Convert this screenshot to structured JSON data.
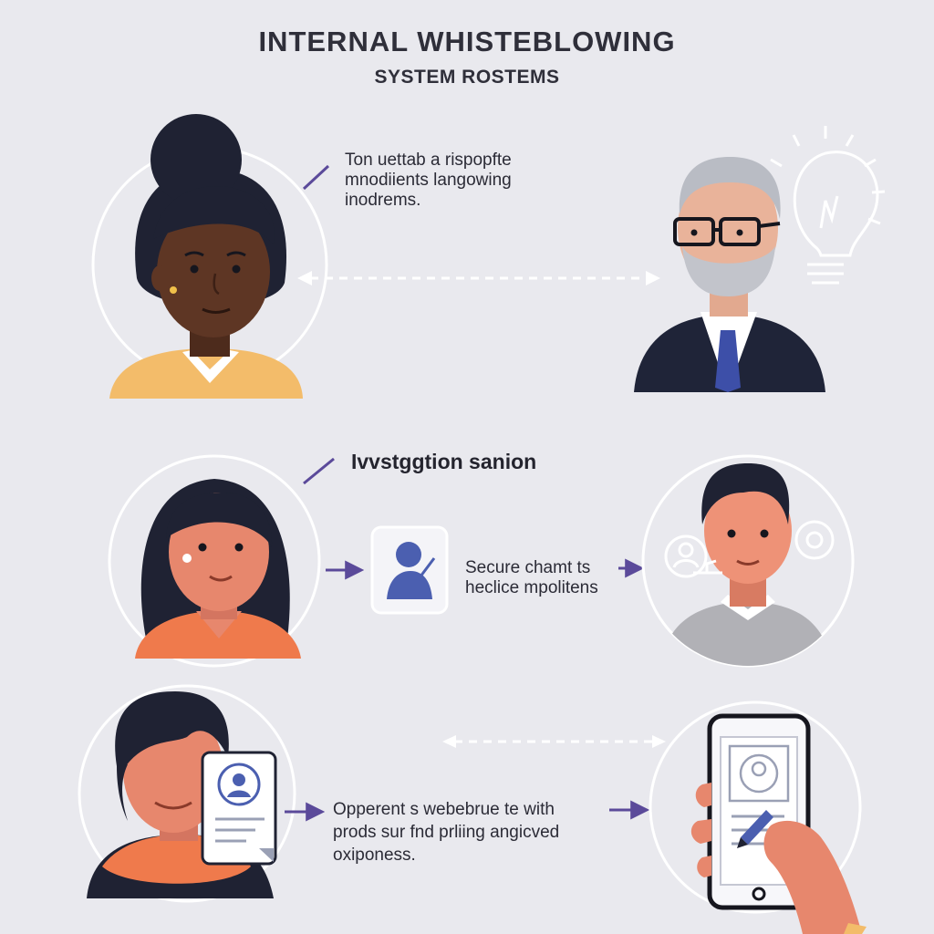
{
  "header": {
    "title": "INTERNAL  WHISTEBLOWING",
    "subtitle": "SYSTEM ROSTEMS"
  },
  "section1": {
    "caption": [
      "Ton uettab a rispopfte",
      "mnodiients langowing",
      "inodrems."
    ]
  },
  "section2": {
    "heading": "Ivvstggtion sanion",
    "caption": [
      "Secure chamt ts",
      "heclice mpolitens"
    ]
  },
  "section3": {
    "caption": [
      "Opperent s webebrue te with",
      "prods sur fnd prliing angicved",
      "oxiponess."
    ]
  },
  "colors": {
    "background": "#e9e9ee",
    "accent": "#5b4a9a",
    "icon_blue": "#4b5fb0",
    "skin_dark": "#5e3624",
    "skin_light": "#e7876d",
    "hair": "#1f2233",
    "suit": "#1f2438",
    "orange": "#ef7a4c",
    "yellow": "#f3bc6a"
  },
  "icons": [
    "lightbulb-icon",
    "user-badge-icon",
    "profile-icon",
    "id-card-icon",
    "smartphone-icon",
    "pen-icon"
  ]
}
